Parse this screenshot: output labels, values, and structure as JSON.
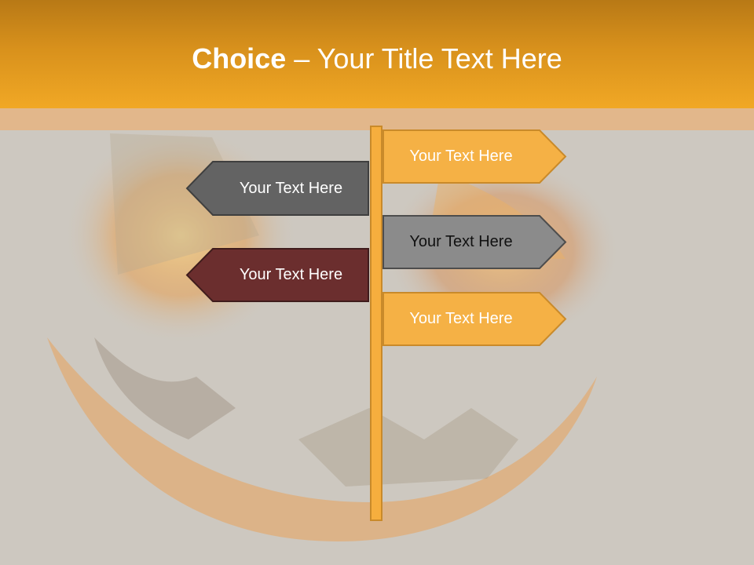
{
  "title": {
    "bold": "Choice",
    "rest": " – Your Title Text Here"
  },
  "signs": {
    "right_top": "Your Text Here",
    "left_top": "Your Text Here",
    "right_middle": "Your Text Here",
    "left_bottom": "Your Text Here",
    "right_bottom": "Your Text Here"
  },
  "colors": {
    "header": "#f1a825",
    "sign_orange": "#f5b145",
    "sign_dark_gray": "#636363",
    "sign_gray": "#8b8b8b",
    "sign_maroon": "#6b2e2e",
    "post": "#f6ae3e"
  }
}
